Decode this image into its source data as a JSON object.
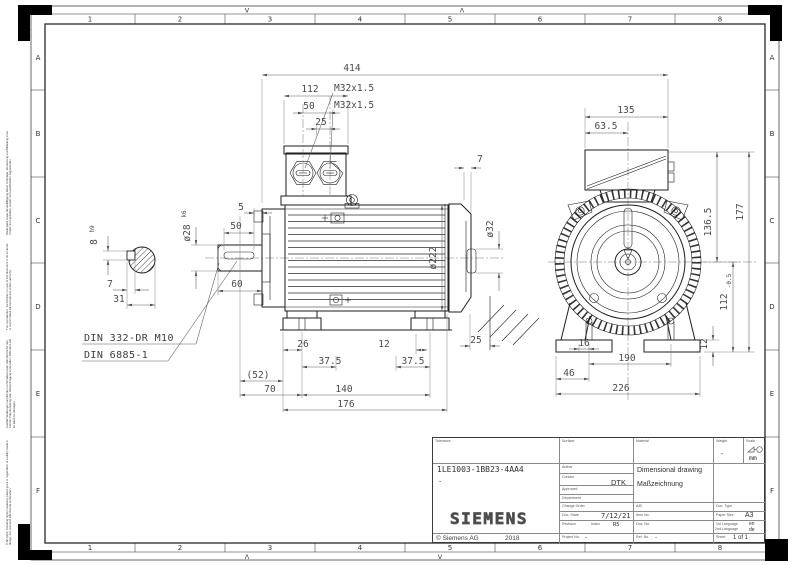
{
  "border": {
    "columns": [
      "1",
      "2",
      "3",
      "4",
      "5",
      "6",
      "7",
      "8"
    ],
    "rows": [
      "A",
      "B",
      "C",
      "D",
      "E",
      "F"
    ],
    "fold_top_left": "V",
    "fold_top_right": "Λ",
    "fold_bottom_left": "Λ",
    "fold_bottom_right": "V"
  },
  "margin": {
    "block1": "Weitergabe sowie Vervielfältigung dieser Unterlage, Verwertung und Mitteilung ihres Inhalts nicht gestattet, soweit nicht ausdrücklich zugestanden.",
    "block2": "The reproduction, transmission or use of this document or its contents is not permitted without express written authority.",
    "block3": "Zuwiderhandlungen verpflichten zu Schadenersatz. Alle Rechte für den Fall der Patenterteilung oder GM-Eintragung vorbehalten. Offenders will be liable for damages.",
    "block4": "© All rights, including rights created by patent grant or registration of a utility model or design, are reserved. Alle Rechte vorbehalten.",
    "stamp": "–– ––– –– ––– –– ––– –– ––– –– ––– –– –––"
  },
  "side_view": {
    "dim_overall": "414",
    "dim_box_width": "112",
    "dim_gland_span": "50",
    "dim_gland_half": "25",
    "gland_label_1": "M32x1.5",
    "gland_label_2": "M32x1.5",
    "dim_rear_lip": "7",
    "dim_shaft_dia": "ø28",
    "dim_shaft_dia_tol": "k6",
    "dim_key_offset": "5",
    "dim_key_length": "50",
    "dim_shaft_length": "60",
    "dim_key_height": "8",
    "dim_key_height_tol": "h9",
    "dim_key_width": "7",
    "dim_key_overall": "31",
    "label_din_bore": "DIN 332-DR M10",
    "label_din_key": "DIN 6885-1",
    "dim_foot_front_hole": "26",
    "dim_foot_rear_hole": "12",
    "dim_half_span_1": "37.5",
    "dim_half_span_2": "37.5",
    "dim_aux": "(52)",
    "dim_front_to_hole": "70",
    "dim_hole_span": "140",
    "dim_base_length": "176",
    "dim_body_dia": "ø222",
    "dim_hub_dia": "ø32",
    "dim_clearance": "25"
  },
  "front_view": {
    "dim_box_w": "135",
    "dim_box_off": "63.5",
    "dim_box_height": "136.5",
    "dim_total_height": "177",
    "dim_shaft_height": "112",
    "dim_shaft_height_tol": "-0.5",
    "dim_foot_thk": "12",
    "dim_hole_edge": "16",
    "dim_hole_span": "190",
    "dim_pad": "46",
    "dim_overall_w": "226"
  },
  "title_block": {
    "tolerance_label": "Tolerance",
    "part_number": "1LE1003-1BB23-4AA4",
    "part_note": ".",
    "surface_label": "Surface",
    "author_label": "Author",
    "creator_label": "Creator",
    "creator_value": "DTK",
    "approved_label": "Approved",
    "department_label": "Department",
    "change_order_label": "Change Order",
    "doc_state_label": "Doc. State",
    "doc_state_value": "7/12/21",
    "revision_label": "Revision",
    "index_label": "Index",
    "index_value": "R5",
    "project_label": "Project No.",
    "project_value": "-",
    "material_label": "Material",
    "title_line1": "Dimensional drawing",
    "title_line2": "Maßzeichnung",
    "ab_label": "A/B",
    "item_label": "Item No.",
    "doc_no_label": "Doc. No.",
    "ref_label": "Ref. No.",
    "ref_value": "-",
    "weight_label": "Weight",
    "weight_value": "-",
    "scale_label": "Scale",
    "scale_unit": "mm",
    "doc_type_label": "Doc. Type",
    "paper_label": "Paper Size",
    "paper_value": "A3",
    "lang1_label": "1st Language",
    "lang1_value": "en",
    "lang2_label": "2nd Language",
    "lang2_value": "de",
    "sheet_label": "Sheet",
    "sheet_value": "1 of 1",
    "brand": "SIEMENS",
    "copyright": "© Siemens AG",
    "year": "2018"
  }
}
